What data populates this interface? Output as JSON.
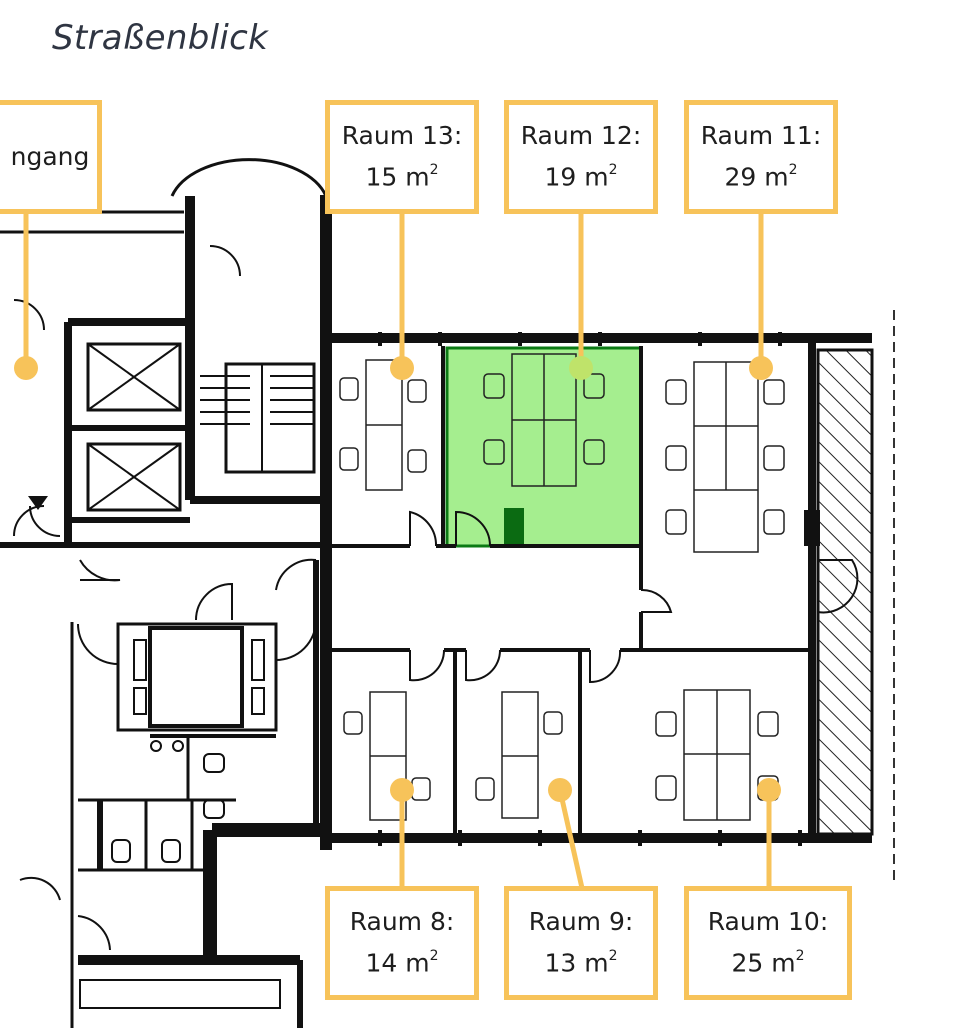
{
  "view": {
    "title": "Straßenblick"
  },
  "entrance": {
    "label": "ngang"
  },
  "rooms": [
    {
      "id": "raum-13",
      "label": "Raum 13:",
      "area": "15",
      "unit": "m",
      "unit_exp": "2",
      "highlighted": false
    },
    {
      "id": "raum-12",
      "label": "Raum 12:",
      "area": "19",
      "unit": "m",
      "unit_exp": "2",
      "highlighted": true
    },
    {
      "id": "raum-11",
      "label": "Raum 11:",
      "area": "29",
      "unit": "m",
      "unit_exp": "2",
      "highlighted": false
    },
    {
      "id": "raum-8",
      "label": "Raum 8:",
      "area": "14",
      "unit": "m",
      "unit_exp": "2",
      "highlighted": false
    },
    {
      "id": "raum-9",
      "label": "Raum 9:",
      "area": "13",
      "unit": "m",
      "unit_exp": "2",
      "highlighted": false
    },
    {
      "id": "raum-10",
      "label": "Raum 10:",
      "area": "25",
      "unit": "m",
      "unit_exp": "2",
      "highlighted": false
    }
  ],
  "colors": {
    "callout_border": "#f7c35a",
    "marker": "#f7c35a",
    "highlight_fill": "#a5ee8f",
    "highlight_border": "#0b7a14",
    "highlight_marker": "#bfe36a",
    "wall": "#111111"
  }
}
